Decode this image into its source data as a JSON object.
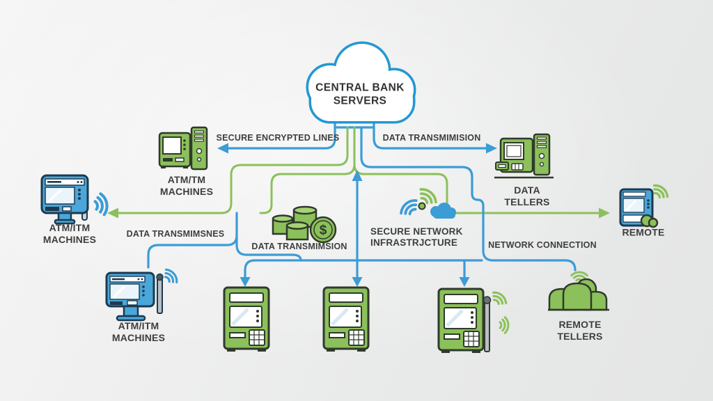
{
  "colors": {
    "line_blue": "#3B9CD6",
    "line_green": "#8CC05A",
    "cloud_blue": "#2397D3",
    "icon_green": "#8CC05B",
    "icon_green_light": "#A7D277",
    "icon_blue": "#4BA6DA",
    "screen_blue": "#EAF4FB",
    "outline_dark": "#2F3A2B",
    "outline_navy": "#1B3A50",
    "text": "#3E3E3E",
    "background": "#ECECEC"
  },
  "cloud": {
    "line1": "CENTRAL BANK",
    "line2": "SERVERS"
  },
  "edges": {
    "secure_encrypted_lines": "SECURE ENCRYPTED LINES",
    "data_transmimision": "DATA TRANSMIMISION",
    "data_transmimsnes": "DATA TRANSMIMSNES",
    "data_transmimsion": "DATA TRANSMIMSION",
    "network_connection": "NETWORK CONNECTION"
  },
  "nodes": {
    "atm_tm_machines": {
      "line1": "ATM/TM",
      "line2": "MACHINES"
    },
    "data_tellers": {
      "line1": "DATA",
      "line2": "TELLERS"
    },
    "atm_itm_machines_left": {
      "line1": "ATM/ITM",
      "line2": "MACHINES"
    },
    "remote": {
      "label": "REMOTE"
    },
    "secure_network_infrastructure": {
      "line1": "SECURE NETWORK",
      "line2": "INFRASTRJCTURE"
    },
    "atm_itm_machines_bottom": {
      "line1": "ATM/ITM",
      "line2": "MACHINES"
    },
    "remote_tellers": {
      "line1": "REMOTE",
      "line2": "TELLERS"
    }
  },
  "glyphs": {
    "dollar": "$"
  }
}
